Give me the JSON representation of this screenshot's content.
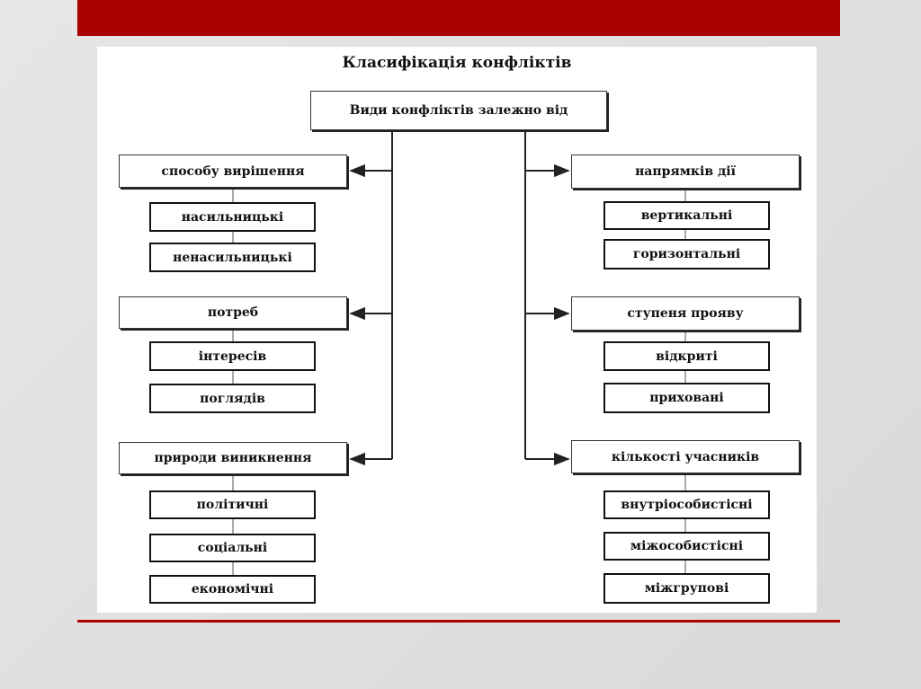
{
  "colors": {
    "accent_bar": "#a80000",
    "rule": "#b00000",
    "line": "#222222"
  },
  "diagram": {
    "title": "Класифікація конфліктів",
    "root": "Види конфліктів залежно від",
    "left": [
      {
        "label": "способу вирішення",
        "children": [
          "насильницькі",
          "ненасильницькі"
        ]
      },
      {
        "label": "потреб",
        "children": [
          "інтересів",
          "поглядів"
        ]
      },
      {
        "label": "природи виникнення",
        "children": [
          "політичні",
          "соціальні",
          "економічні"
        ]
      }
    ],
    "right": [
      {
        "label": "напрямків дії",
        "children": [
          "вертикальні",
          "горизонтальні"
        ]
      },
      {
        "label": "ступеня прояву",
        "children": [
          "відкриті",
          "приховані"
        ]
      },
      {
        "label": "кількості учасників",
        "children": [
          "внутріособистісні",
          "міжособистісні",
          "міжгрупові"
        ]
      }
    ]
  }
}
